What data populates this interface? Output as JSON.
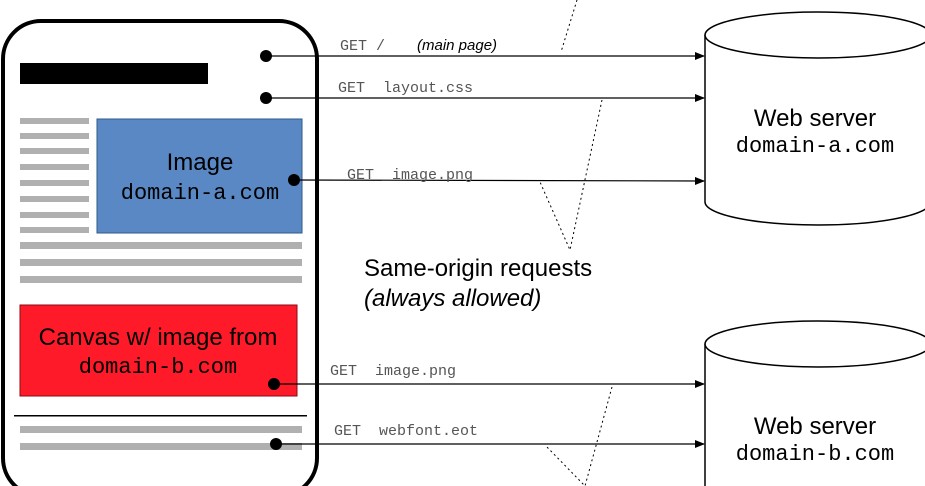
{
  "browser": {
    "image_box": {
      "label": "Image",
      "domain": "domain-a.com",
      "color": "#5a88c5"
    },
    "canvas_box": {
      "label": "Canvas w/ image from",
      "domain": "domain-b.com",
      "color": "#ff1a2a"
    }
  },
  "requests": [
    {
      "method": "GET",
      "path": "/",
      "note": "(main page)"
    },
    {
      "method": "GET",
      "path": "layout.css"
    },
    {
      "method": "GET",
      "path": "image.png"
    },
    {
      "method": "GET",
      "path": "image.png"
    },
    {
      "method": "GET",
      "path": "webfont.eot"
    }
  ],
  "servers": [
    {
      "label": "Web server",
      "domain": "domain-a.com"
    },
    {
      "label": "Web server",
      "domain": "domain-b.com"
    }
  ],
  "same_origin": {
    "line1": "Same-origin requests",
    "line2": "(always allowed)"
  }
}
